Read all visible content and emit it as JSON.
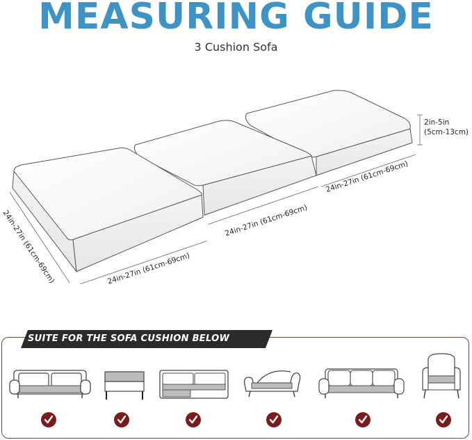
{
  "header": {
    "title": "MEASURING GUIDE",
    "subtitle": "3 Cushion Sofa"
  },
  "dimensions": {
    "thickness_in": "2in-5in",
    "thickness_cm": "(5cm-13cm)",
    "right_width": "24in-27in (61cm-69cm)",
    "middle_width": "24in-27in (61cm-69cm)",
    "front_width": "24in-27in (61cm-69cm)",
    "depth": "24in-27in (61cm-69cm)"
  },
  "suitable": {
    "banner": "SUITE FOR THE SOFA CUSHION BELOW",
    "items": [
      {
        "name": "loveseat-icon",
        "checked": true
      },
      {
        "name": "ottoman-icon",
        "checked": true
      },
      {
        "name": "sectional-icon",
        "checked": true
      },
      {
        "name": "chaise-icon",
        "checked": true
      },
      {
        "name": "three-seat-sofa-icon",
        "checked": true
      },
      {
        "name": "wingback-chair-icon",
        "checked": true
      }
    ]
  },
  "colors": {
    "title": "#3d93c5",
    "banner": "#2b2b2b",
    "panel_border": "#6b4a35",
    "check": "#7b1c1c"
  }
}
